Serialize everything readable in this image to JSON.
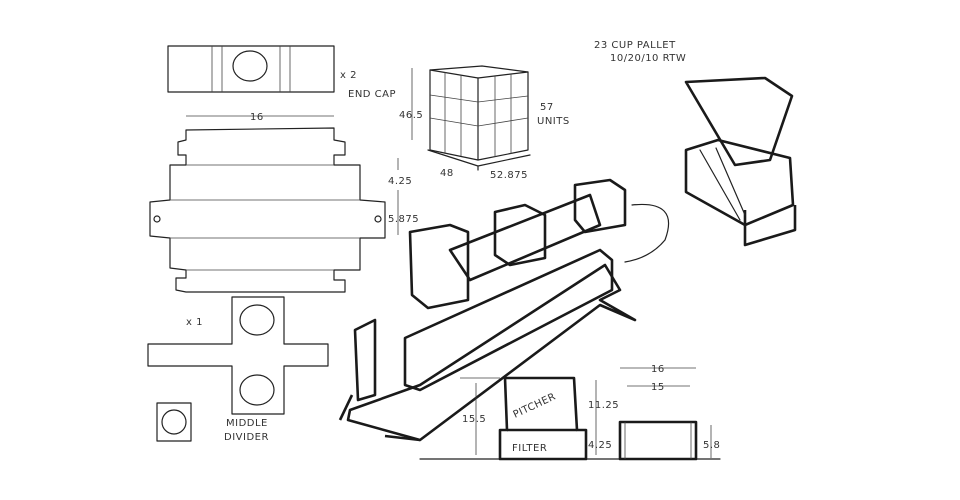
{
  "title": "23 CUP PALLET",
  "date_initials": "10/20/10 RTW",
  "end_cap": {
    "qty": "x 2",
    "label": "END CAP",
    "width": "16",
    "dim_a": "4.25",
    "dim_b": "5.875"
  },
  "middle_divider": {
    "qty": "x 1",
    "label_line1": "MIDDLE",
    "label_line2": "DIVIDER"
  },
  "pallet": {
    "height": "46.5",
    "length": "48",
    "width": "52.875",
    "units_count": "57",
    "units_label": "UNITS"
  },
  "side_view": {
    "total_height": "15.5",
    "pitcher_height": "11.25",
    "filter_height": "4.25",
    "pitcher_label": "PITCHER",
    "filter_label": "FILTER"
  },
  "end_view": {
    "outer_width": "16",
    "inner_width": "15",
    "height": "5.8"
  }
}
